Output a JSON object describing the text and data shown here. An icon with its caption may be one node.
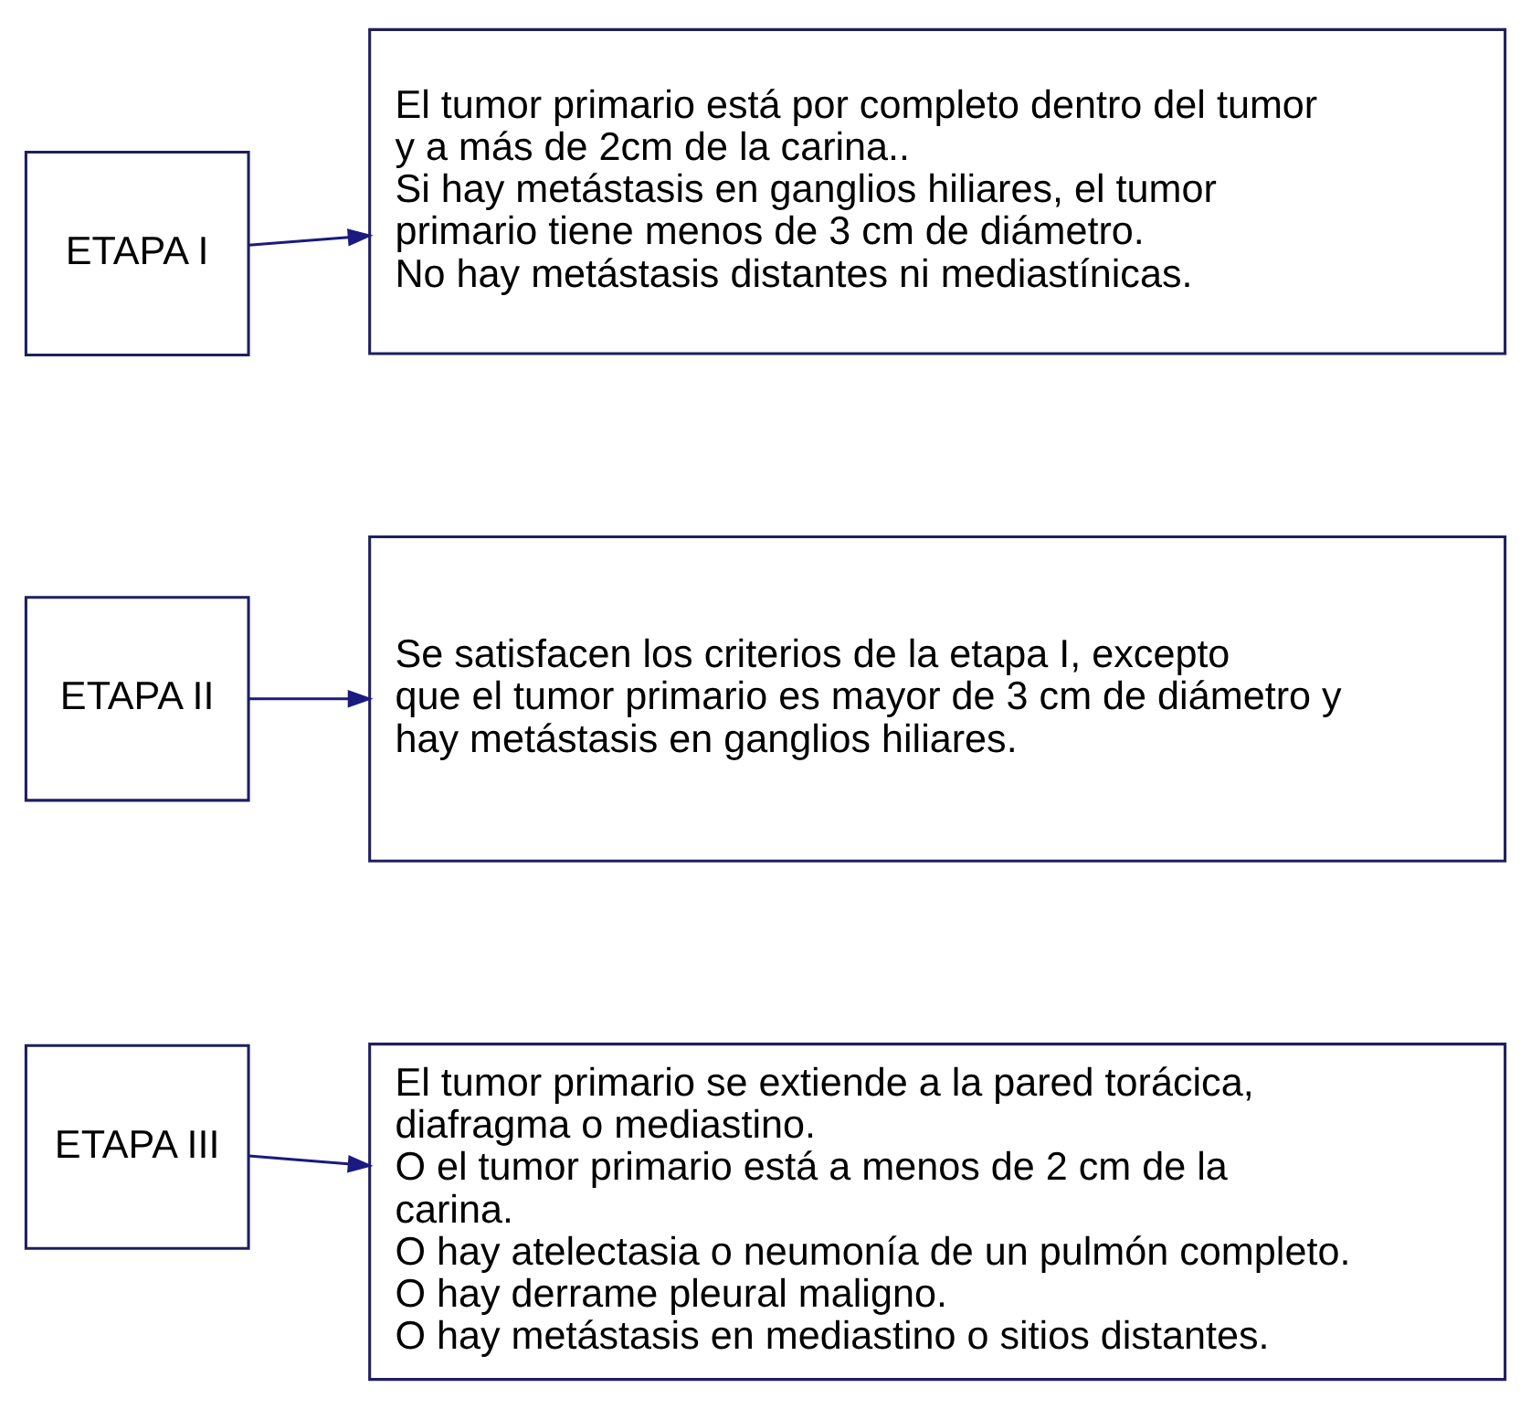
{
  "diagram": {
    "nodes": [
      {
        "text": [
          "ETAPA I"
        ]
      },
      {
        "text": [
          "El tumor primario está por completo dentro del tumor y a más de 2cm de la carina..",
          "Si hay metástasis en ganglios hiliares, el tumor primario tiene menos de 3 cm de diámetro.",
          "No hay metástasis distantes ni mediastínicas."
        ]
      },
      {
        "text": [
          "ETAPA II"
        ]
      },
      {
        "text": [
          "Se satisfacen los criterios de la etapa I, excepto que el tumor primario es mayor de 3 cm de diámetro y hay metástasis en ganglios hiliares."
        ]
      },
      {
        "text": [
          "ETAPA III"
        ]
      },
      {
        "text": [
          "El tumor primario se extiende a la pared torácica, diafragma o mediastino.",
          "O el tumor primario está a menos de 2 cm de la carina.",
          "O hay atelectasia o neumonía de un pulmón completo.",
          "O hay derrame pleural maligno.",
          "O hay metástasis en mediastino o sitios distantes."
        ]
      }
    ],
    "edges": [
      {
        "from": 0,
        "to": 1,
        "arrow": "to"
      },
      {
        "from": 2,
        "to": 3,
        "arrow": "to"
      },
      {
        "from": 4,
        "to": 5,
        "arrow": "to"
      }
    ]
  }
}
